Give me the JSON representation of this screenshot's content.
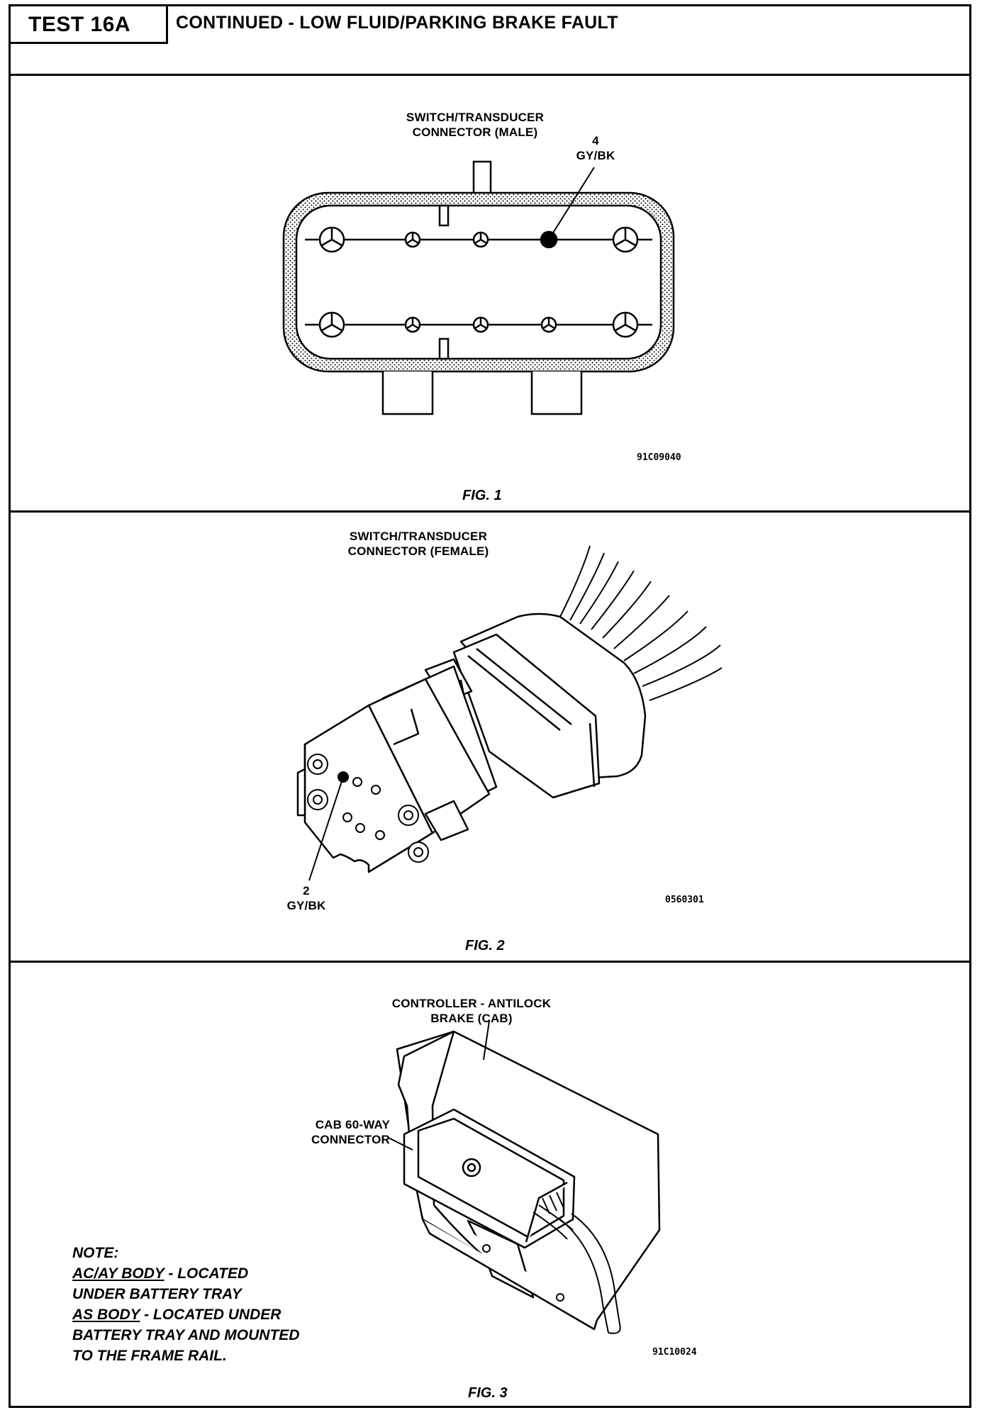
{
  "header": {
    "test_id": "TEST 16A",
    "title": "CONTINUED - LOW FLUID/PARKING BRAKE FAULT"
  },
  "fig1": {
    "label_line1": "SWITCH/TRANSDUCER",
    "label_line2": "CONNECTOR (MALE)",
    "pin_number": "4",
    "pin_wire": "GY/BK",
    "code": "91C09040",
    "caption": "FIG. 1"
  },
  "fig2": {
    "label_line1": "SWITCH/TRANSDUCER",
    "label_line2": "CONNECTOR (FEMALE)",
    "pin_number": "2",
    "pin_wire": "GY/BK",
    "code": "0560301",
    "caption": "FIG. 2"
  },
  "fig3": {
    "label_line1": "CONTROLLER - ANTILOCK",
    "label_line2": "BRAKE (CAB)",
    "connector_line1": "CAB 60-WAY",
    "connector_line2": "CONNECTOR",
    "code": "91C10024",
    "caption": "FIG. 3"
  },
  "note": {
    "heading": "NOTE:",
    "line1_underlined": "AC/AY BODY",
    "line1_rest": " - LOCATED",
    "line2": "UNDER BATTERY TRAY",
    "line3_underlined": "AS BODY",
    "line3_rest": " - LOCATED UNDER",
    "line4": "BATTERY TRAY AND MOUNTED",
    "line5": "TO THE FRAME RAIL."
  }
}
